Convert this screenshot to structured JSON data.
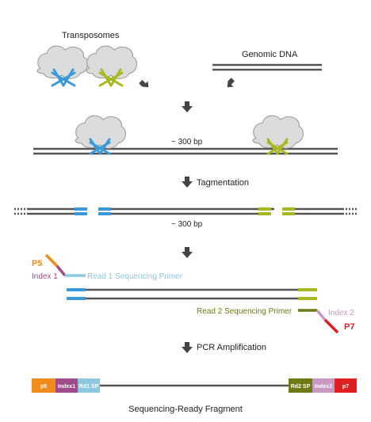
{
  "labels": {
    "transposomes": "Transposomes",
    "genomic_dna": "Genomic DNA",
    "bp1": "~ 300 bp",
    "tagmentation": "Tagmentation",
    "bp2": "~ 300 bp",
    "p5": "P5",
    "index1": "Index 1",
    "read1_primer": "Read 1 Sequencing Primer",
    "read2_primer": "Read 2 Sequencing Primer",
    "index2": "Index 2",
    "p7": "P7",
    "pcr": "PCR Amplification",
    "fragment_caption": "Sequencing-Ready Fragment"
  },
  "fragment_segments": {
    "p5": "p5",
    "index1": "Index1",
    "rd1sp": "Rd1 SP",
    "rd2sp": "Rd2 SP",
    "index2": "Index2",
    "p7": "p7"
  },
  "colors": {
    "dna": "#555555",
    "blue_adapter": "#3a9ad9",
    "green_adapter": "#a8b820",
    "p5": "#f08c1c",
    "index1": "#a04c8c",
    "rd1sp": "#8cc8e0",
    "rd2sp": "#6e7a14",
    "index2": "#c898c0",
    "p7": "#e02020",
    "cloud_fill": "#dcdcdc",
    "cloud_stroke": "#999999",
    "arrow": "#444444"
  }
}
